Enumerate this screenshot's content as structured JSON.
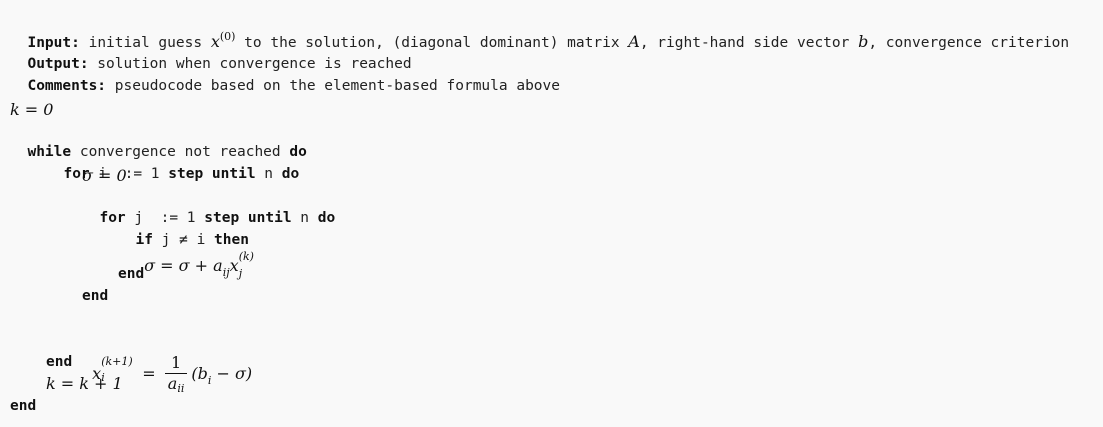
{
  "header": {
    "input_label": "Input:",
    "input_text_1": " initial guess ",
    "input_x": "x",
    "input_x_sup": "(0)",
    "input_text_2": " to the solution, (diagonal dominant) matrix ",
    "input_A": "A",
    "input_text_3": ", right-hand side vector ",
    "input_b": "b",
    "input_text_4": ", convergence criterion",
    "output_label": "Output:",
    "output_text": " solution when convergence is reached",
    "comments_label": "Comments:",
    "comments_text": " pseudocode based on the element-based formula above"
  },
  "code": {
    "k_init": "k = 0",
    "while_kw": "while",
    "while_cond": " convergence not reached ",
    "do_kw": "do",
    "for_kw": "for",
    "for_i_var": " i  := 1 ",
    "step_until_kw": "step until",
    "n_text": " n ",
    "sigma_init": "σ = 0",
    "for_j_var": " j  := 1 ",
    "if_kw": "if",
    "if_cond": " j ≠ i ",
    "then_kw": "then",
    "sigma_update_lhs": "σ = σ + a",
    "sigma_update_sub_a": "ij",
    "sigma_update_x": "x",
    "sigma_update_sup": "(k)",
    "sigma_update_sub_x": "j",
    "end_kw": "end",
    "x_update_x": "x",
    "x_update_sup": "(k+1)",
    "x_update_sub": "i",
    "x_update_eq": " = ",
    "frac_num": "1",
    "frac_den_a": "a",
    "frac_den_sub": "ii",
    "x_update_rhs_open": "(b",
    "x_update_rhs_sub": "i",
    "x_update_rhs_close": " − σ)",
    "k_increment": "k = k + 1"
  }
}
